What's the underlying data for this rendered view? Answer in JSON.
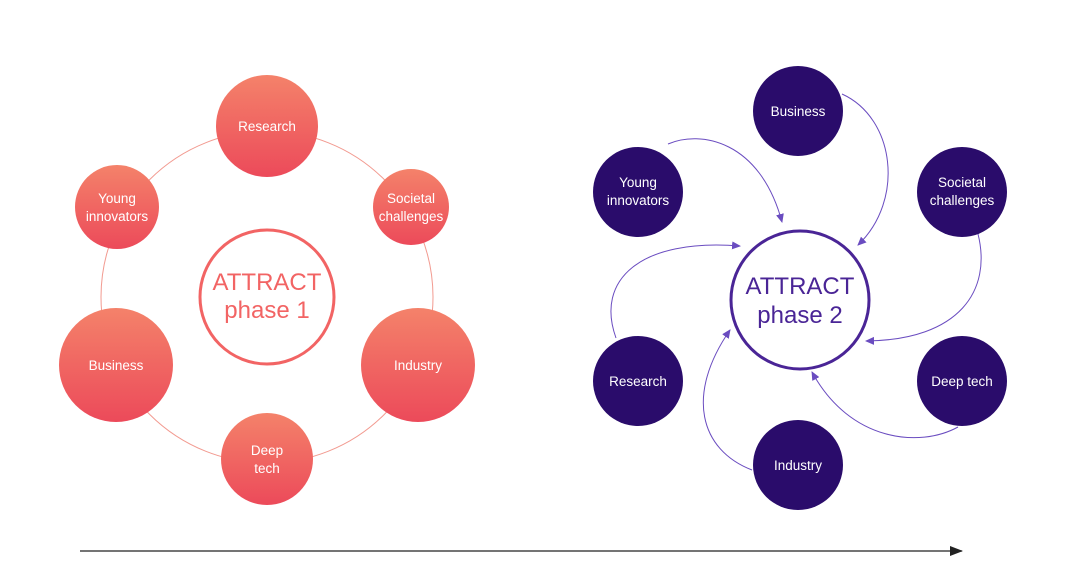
{
  "phase1": {
    "center": {
      "line1": "ATTRACT",
      "line2": "phase 1"
    },
    "nodes": [
      {
        "id": "research",
        "lines": [
          "Research"
        ]
      },
      {
        "id": "societal-challenges",
        "lines": [
          "Societal",
          "challenges"
        ]
      },
      {
        "id": "industry",
        "lines": [
          "Industry"
        ]
      },
      {
        "id": "deep-tech",
        "lines": [
          "Deep",
          "tech"
        ]
      },
      {
        "id": "business",
        "lines": [
          "Business"
        ]
      },
      {
        "id": "young-innovators",
        "lines": [
          "Young",
          "innovators"
        ]
      }
    ],
    "colors": {
      "top": "#f4826a",
      "bottom": "#ec4a5a",
      "ring": "#f29a90",
      "text": "#f26464"
    }
  },
  "phase2": {
    "center": {
      "line1": "ATTRACT",
      "line2": "phase 2"
    },
    "nodes": [
      {
        "id": "business",
        "lines": [
          "Business"
        ]
      },
      {
        "id": "societal-challenges",
        "lines": [
          "Societal",
          "challenges"
        ]
      },
      {
        "id": "deep-tech",
        "lines": [
          "Deep tech"
        ]
      },
      {
        "id": "industry",
        "lines": [
          "Industry"
        ]
      },
      {
        "id": "research",
        "lines": [
          "Research"
        ]
      },
      {
        "id": "young-innovators",
        "lines": [
          "Young",
          "innovators"
        ]
      }
    ],
    "colors": {
      "fill": "#2a0c6b",
      "arrow": "#6a4cc0",
      "text": "#4a2596"
    }
  },
  "timeline": {
    "color": "#222222"
  }
}
